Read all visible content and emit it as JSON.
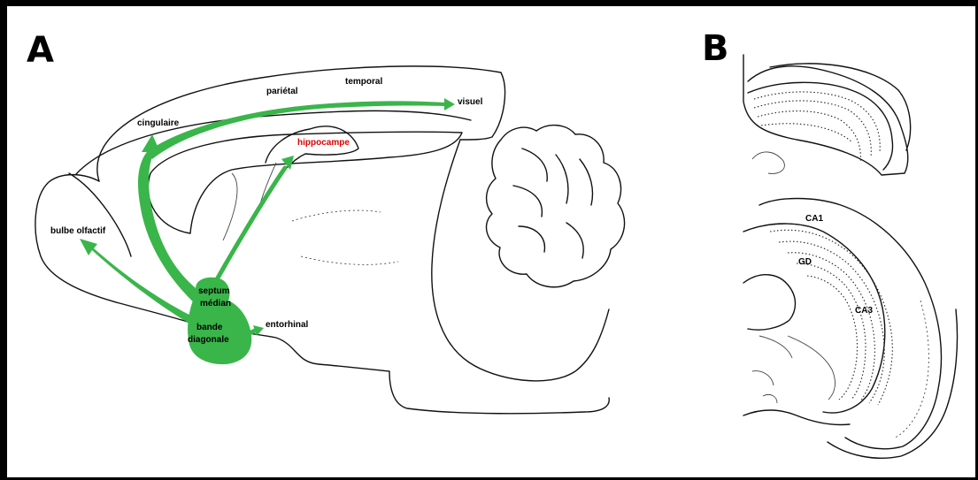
{
  "panels": {
    "a": {
      "letter": "A"
    },
    "b": {
      "letter": "B"
    }
  },
  "labels": {
    "parietal": "pariétal",
    "temporal": "temporal",
    "visuel": "visuel",
    "cingulaire": "cingulaire",
    "hippocampe": "hippocampe",
    "bulbe_olfactif": "bulbe olfactif",
    "septum": "septum",
    "median": "médian",
    "bande": "bande",
    "diagonale": "diagonale",
    "entorhinal": "entorhinal"
  },
  "section_labels": {
    "ca1": "CA1",
    "gd": "GD",
    "ca3": "CA3"
  },
  "colors": {
    "pathway": "#3ab54a",
    "highlight_label": "#e00000",
    "outline": "#111111"
  }
}
